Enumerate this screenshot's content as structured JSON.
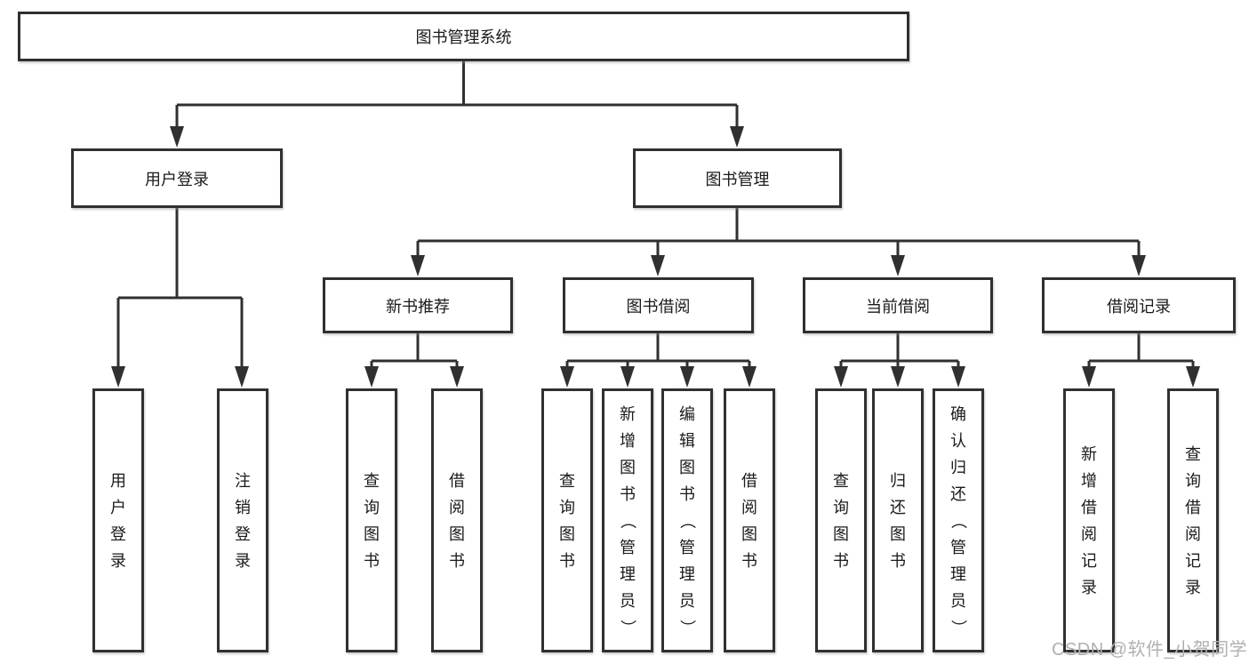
{
  "diagram": {
    "title_hint": "functional structure tree",
    "root": {
      "label": "图书管理系统"
    },
    "branches": [
      {
        "label": "用户登录",
        "children": [
          {
            "label": "用户登录"
          },
          {
            "label": "注销登录"
          }
        ]
      },
      {
        "label": "图书管理",
        "children": [
          {
            "label": "新书推荐",
            "children": [
              {
                "label": "查询图书"
              },
              {
                "label": "借阅图书"
              }
            ]
          },
          {
            "label": "图书借阅",
            "children": [
              {
                "label": "查询图书"
              },
              {
                "label": "新增图书（管理员）"
              },
              {
                "label": "编辑图书（管理员）"
              },
              {
                "label": "借阅图书"
              }
            ]
          },
          {
            "label": "当前借阅",
            "children": [
              {
                "label": "查询图书"
              },
              {
                "label": "归还图书"
              },
              {
                "label": "确认归还（管理员）"
              }
            ]
          },
          {
            "label": "借阅记录",
            "children": [
              {
                "label": "新增借阅记录"
              },
              {
                "label": "查询借阅记录"
              }
            ]
          }
        ]
      }
    ]
  },
  "watermark": "CSDN @软件_小贺同学",
  "colors": {
    "line": "#303030",
    "box_border": "#303030",
    "box_fill": "#ffffff",
    "text": "#1a1a1a",
    "watermark": "#b0b0b0",
    "background": "#ffffff"
  }
}
